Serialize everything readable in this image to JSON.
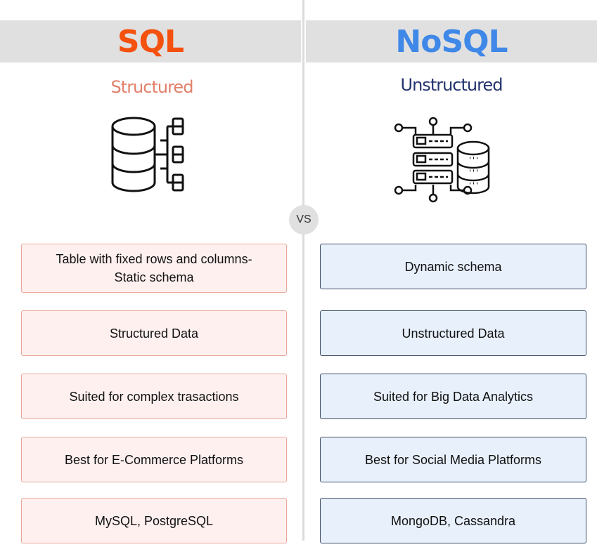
{
  "sql": {
    "title": "SQL",
    "subtitle": "Structured",
    "items": [
      "Table with fixed rows and columns-\nStatic schema",
      "Structured Data",
      "Suited for complex trasactions",
      "Best for E-Commerce Platforms",
      "MySQL, PostgreSQL"
    ]
  },
  "nosql": {
    "title": "NoSQL",
    "subtitle": "Unstructured",
    "items": [
      "Dynamic schema",
      "Unstructured Data",
      "Suited for Big Data Analytics",
      "Best for Social Media Platforms",
      "MongoDB, Cassandra"
    ]
  },
  "vs_label": "VS",
  "colors": {
    "sql": "#f4510f",
    "nosql": "#3f88e8"
  }
}
